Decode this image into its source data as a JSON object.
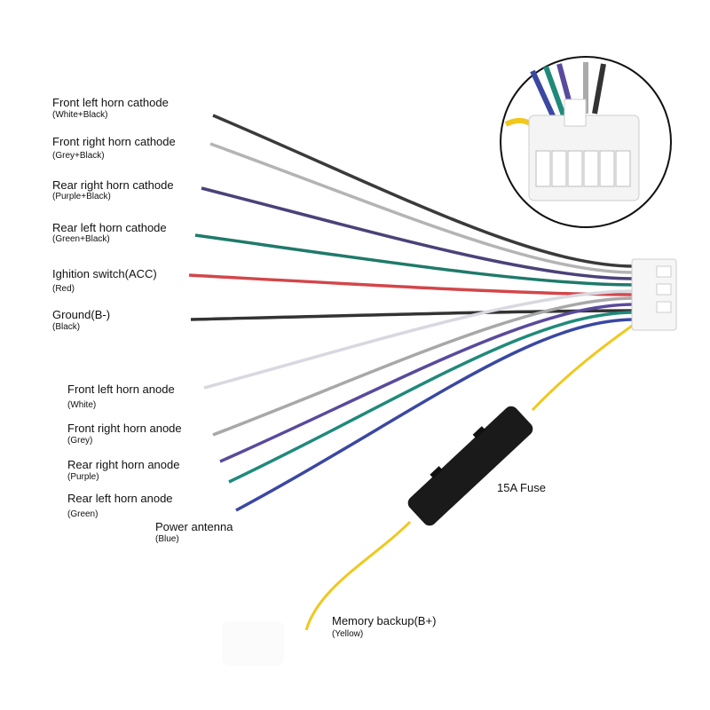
{
  "wires": [
    {
      "label": "Front left horn cathode",
      "color_name": "(White+Black)",
      "color": "#3a3a3a"
    },
    {
      "label": "Front right horn cathode",
      "color_name": "(Grey+Black)",
      "color": "#b4b4b4"
    },
    {
      "label": "Rear right horn cathode",
      "color_name": "(Purple+Black)",
      "color": "#4b4279"
    },
    {
      "label": "Rear left horn cathode",
      "color_name": "(Green+Black)",
      "color": "#1f7a6a"
    },
    {
      "label": "Ighition switch(ACC)",
      "color_name": "(Red)",
      "color": "#d2464a"
    },
    {
      "label": "Ground(B-)",
      "color_name": "(Black)",
      "color": "#333333"
    },
    {
      "label": "Front left horn anode",
      "color_name": "(White)",
      "color": "#e8e8ee"
    },
    {
      "label": "Front right horn anode",
      "color_name": "(Grey)",
      "color": "#a8a8a8"
    },
    {
      "label": "Rear right horn anode",
      "color_name": "(Purple)",
      "color": "#5a4a9c"
    },
    {
      "label": "Rear left horn anode",
      "color_name": "(Green)",
      "color": "#1f8a7a"
    },
    {
      "label": "Power antenna",
      "color_name": "(Blue)",
      "color": "#3a48a2"
    }
  ],
  "fuse": {
    "label": "15A Fuse"
  },
  "backup": {
    "label": "Memory backup(B+)",
    "color_name": "(Yellow)",
    "color": "#f0c81e"
  }
}
